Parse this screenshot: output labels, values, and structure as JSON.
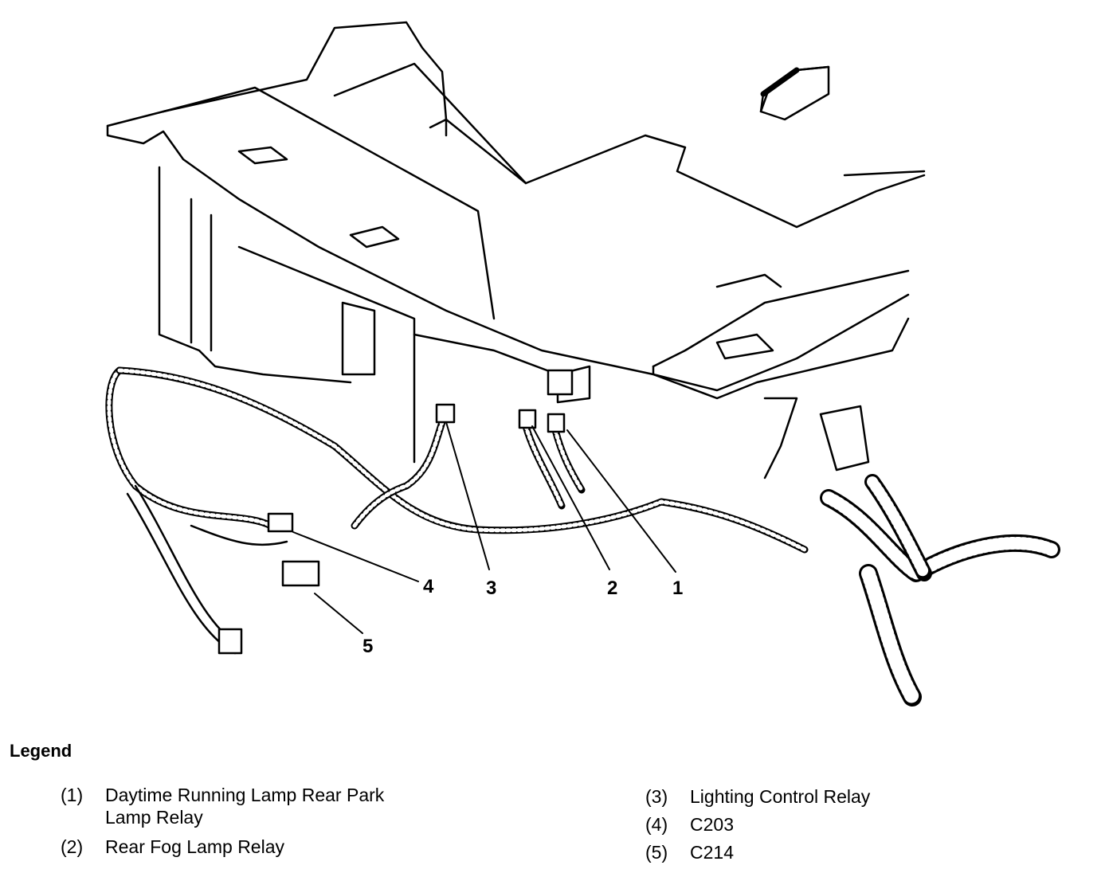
{
  "callouts": [
    "1",
    "2",
    "3",
    "4",
    "5"
  ],
  "legend": {
    "title": "Legend",
    "items": [
      {
        "num": "(1)",
        "lines": [
          "Daytime Running Lamp Rear Park",
          "Lamp Relay"
        ]
      },
      {
        "num": "(2)",
        "lines": [
          "Rear Fog Lamp Relay"
        ]
      },
      {
        "num": "(3)",
        "lines": [
          "Lighting Control Relay"
        ]
      },
      {
        "num": "(4)",
        "lines": [
          "C203"
        ]
      },
      {
        "num": "(5)",
        "lines": [
          "C214"
        ]
      }
    ]
  }
}
